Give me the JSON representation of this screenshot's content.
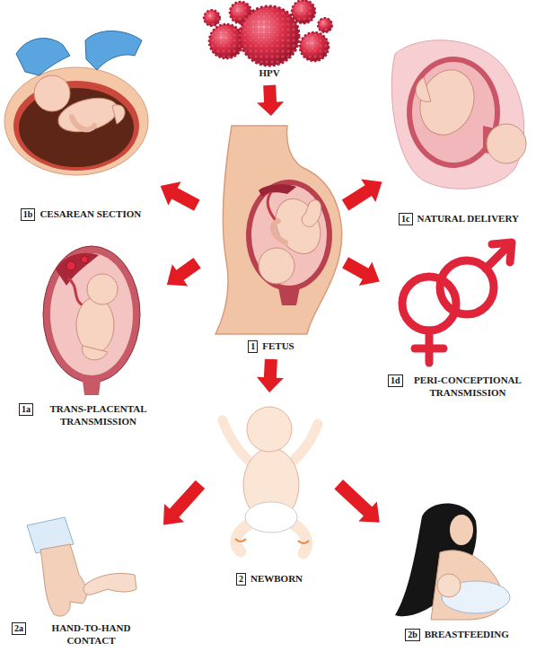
{
  "diagram": {
    "nodes": [
      {
        "text": [
          "HPV"
        ]
      },
      {
        "text": [
          "1b",
          "CESAREAN SECTION"
        ]
      },
      {
        "text": [
          "1c",
          "NATURAL DELIVERY"
        ]
      },
      {
        "text": [
          "1",
          "FETUS"
        ]
      },
      {
        "text": [
          "1a",
          "TRANS-PLACENTAL TRANSMISSION"
        ]
      },
      {
        "text": [
          "1d",
          "PERI-CONCEPTIONAL TRANSMISSION"
        ]
      },
      {
        "text": [
          "2",
          "NEWBORN"
        ]
      },
      {
        "text": [
          "2a",
          "HAND-TO-HAND CONTACT"
        ]
      },
      {
        "text": [
          "2b",
          "BREASTFEEDING"
        ]
      }
    ],
    "edges": [
      {
        "from": 0,
        "to": 3,
        "arrow": "to"
      },
      {
        "from": 3,
        "to": 1,
        "arrow": "to"
      },
      {
        "from": 3,
        "to": 2,
        "arrow": "to"
      },
      {
        "from": 3,
        "to": 4,
        "arrow": "to"
      },
      {
        "from": 3,
        "to": 5,
        "arrow": "to"
      },
      {
        "from": 3,
        "to": 6,
        "arrow": "to"
      },
      {
        "from": 6,
        "to": 7,
        "arrow": "to"
      },
      {
        "from": 6,
        "to": 8,
        "arrow": "to"
      }
    ]
  }
}
